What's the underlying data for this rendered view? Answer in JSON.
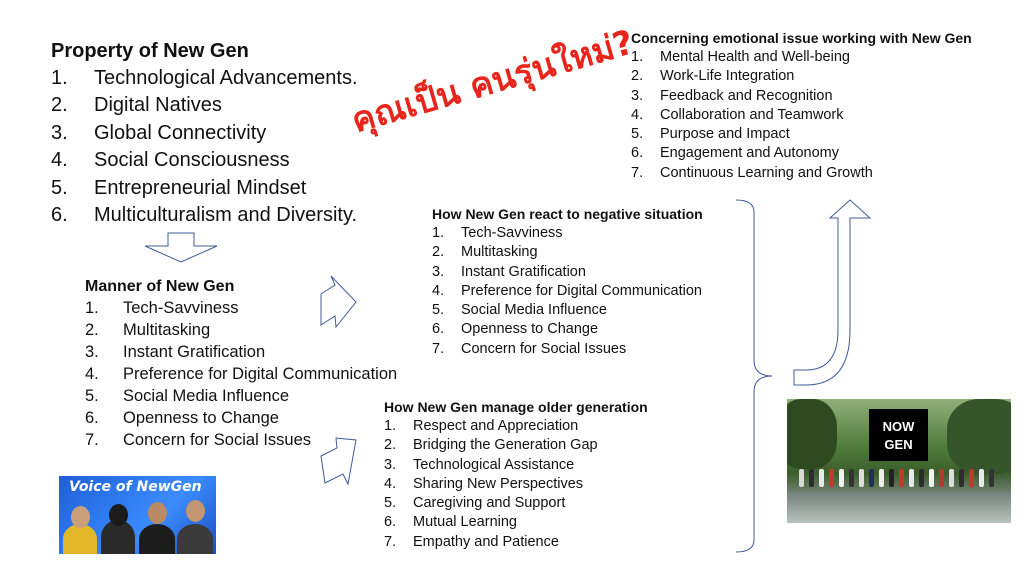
{
  "property": {
    "title": "Property of New Gen",
    "items": [
      {
        "num": "1.",
        "label": "Technological Advancements."
      },
      {
        "num": "2.",
        "label": "Digital Natives"
      },
      {
        "num": "3.",
        "label": "Global Connectivity"
      },
      {
        "num": "4.",
        "label": "Social Consciousness"
      },
      {
        "num": "5.",
        "label": "Entrepreneurial Mindset"
      },
      {
        "num": "6.",
        "label": "Multiculturalism and Diversity."
      }
    ]
  },
  "manner": {
    "title": "Manner of New Gen",
    "items": [
      {
        "num": "1.",
        "label": "Tech-Savviness"
      },
      {
        "num": "2.",
        "label": "Multitasking"
      },
      {
        "num": "3.",
        "label": "Instant Gratification"
      },
      {
        "num": "4.",
        "label": "Preference for Digital Communication"
      },
      {
        "num": "5.",
        "label": "Social Media Influence"
      },
      {
        "num": "6.",
        "label": "Openness to Change"
      },
      {
        "num": "7.",
        "label": "Concern for Social Issues"
      }
    ]
  },
  "react": {
    "title": "How New Gen react to negative situation",
    "items": [
      {
        "num": "1.",
        "label": "Tech-Savviness"
      },
      {
        "num": "2.",
        "label": "Multitasking"
      },
      {
        "num": "3.",
        "label": "Instant Gratification"
      },
      {
        "num": "4.",
        "label": "Preference for Digital Communication"
      },
      {
        "num": "5.",
        "label": "Social Media Influence"
      },
      {
        "num": "6.",
        "label": "Openness to Change"
      },
      {
        "num": "7.",
        "label": "Concern for Social Issues"
      }
    ]
  },
  "manage": {
    "title": "How New Gen manage older generation",
    "items": [
      {
        "num": "1.",
        "label": "Respect and Appreciation"
      },
      {
        "num": "2.",
        "label": "Bridging the Generation Gap"
      },
      {
        "num": "3.",
        "label": "Technological Assistance"
      },
      {
        "num": "4.",
        "label": "Sharing New Perspectives"
      },
      {
        "num": "5.",
        "label": "Caregiving and Support"
      },
      {
        "num": "6.",
        "label": "Mutual Learning"
      },
      {
        "num": "7.",
        "label": "Empathy and Patience"
      }
    ]
  },
  "emotional": {
    "title": "Concerning emotional issue working with New Gen",
    "items": [
      {
        "num": "1.",
        "label": "Mental Health and Well-being"
      },
      {
        "num": "2.",
        "label": "Work-Life Integration"
      },
      {
        "num": "3.",
        "label": "Feedback and Recognition"
      },
      {
        "num": "4.",
        "label": "Collaboration and Teamwork"
      },
      {
        "num": "5.",
        "label": "Purpose and Impact"
      },
      {
        "num": "6.",
        "label": "Engagement and Autonomy"
      },
      {
        "num": "7.",
        "label": "Continuous Learning and Growth"
      }
    ]
  },
  "thai_question": "คุณเป็น คนรุ่นใหม่?",
  "colors": {
    "accent_red": "#e8251a",
    "arrow_stroke": "#3e5c9a",
    "logo_accent": "#e5a41c"
  },
  "photos": {
    "voice": {
      "title": "Voice of NewGen"
    },
    "event": {
      "logo_line1": "NOW",
      "logo_line2": "GEN"
    }
  }
}
